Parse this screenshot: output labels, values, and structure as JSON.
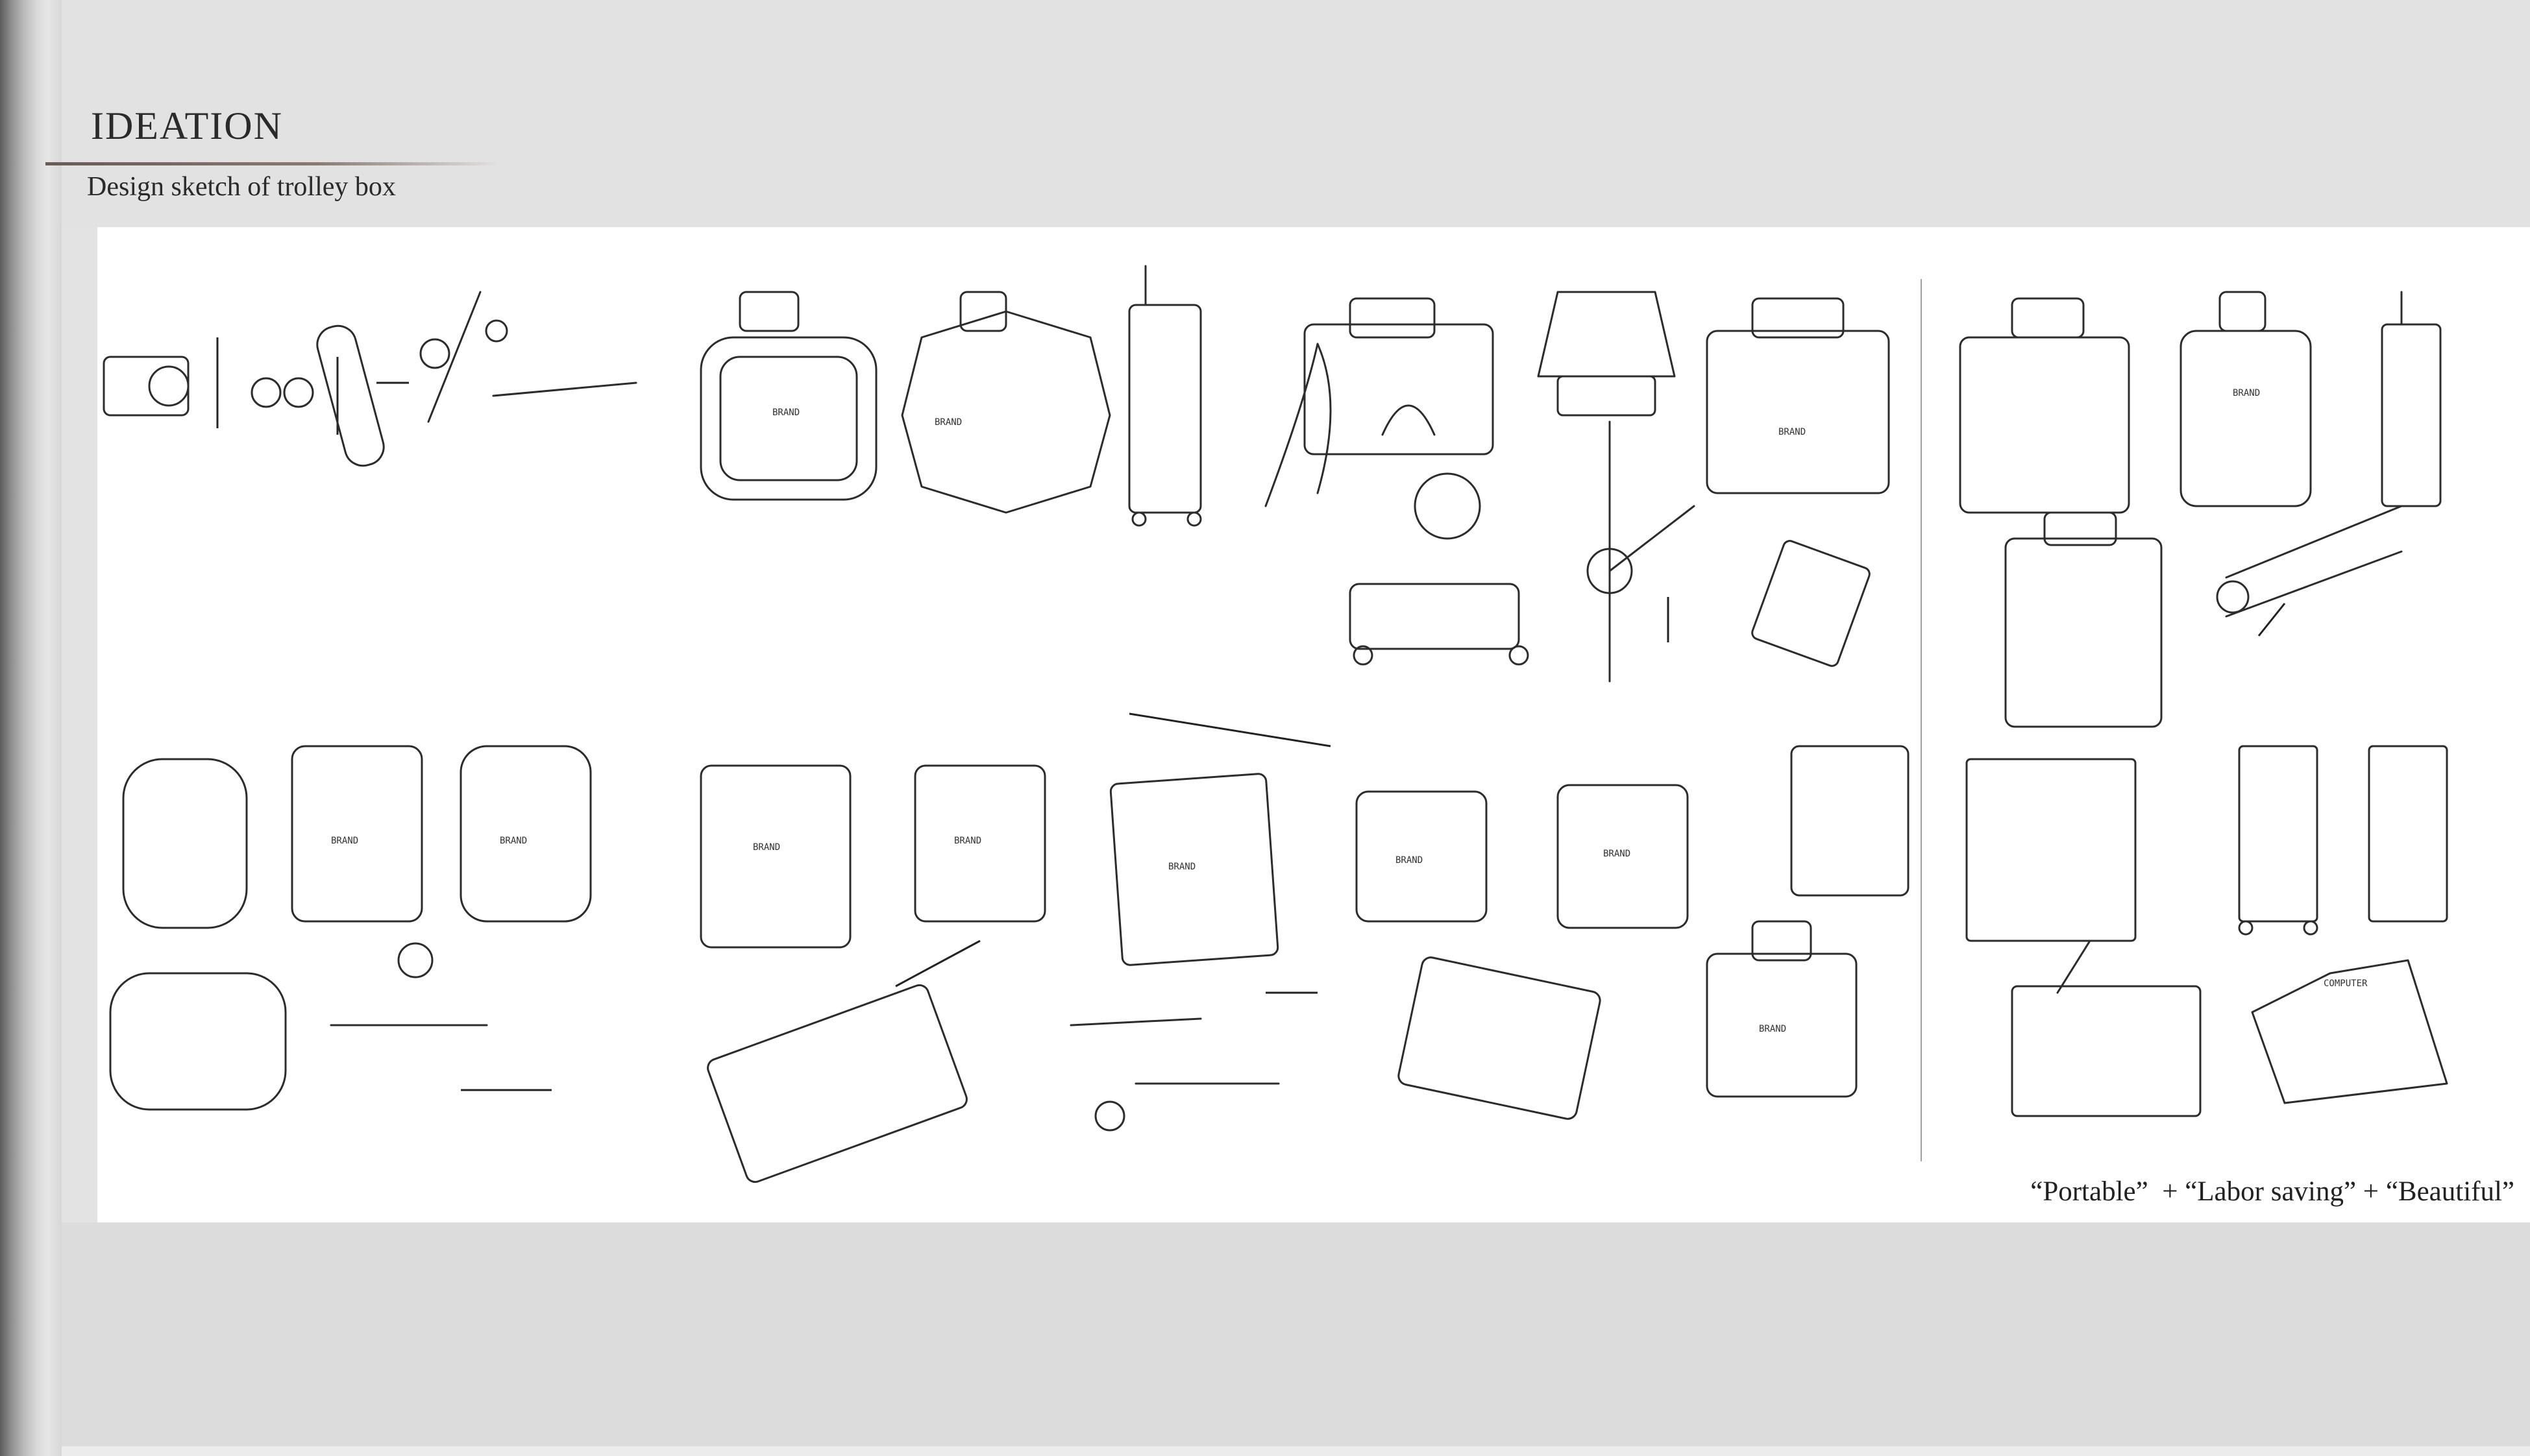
{
  "header": {
    "title": "IDEATION",
    "subtitle": "Design sketch of trolley box"
  },
  "sketch_sheet": {
    "tagline": "“Portable”  + “Labor saving” + “Beautiful”",
    "brand_mark": "BRAND",
    "annotation_computer": "COMPUTER"
  },
  "colors": {
    "background": "#e3e3e3",
    "sheet": "#ffffff",
    "ink": "#2c2c2c",
    "title_rule": "#7a6a62"
  }
}
